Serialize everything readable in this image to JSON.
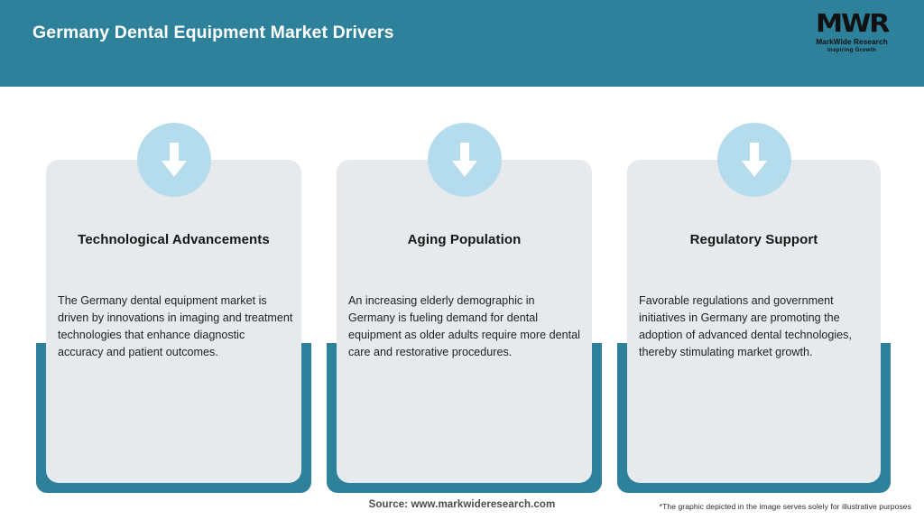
{
  "header": {
    "title": "Germany Dental Equipment Market Drivers",
    "background_color": "#2e819b",
    "title_color": "#ffffff",
    "logo": {
      "mark": "MWR",
      "name": "MarkWide Research",
      "tagline": "Inspiring Growth"
    }
  },
  "theme": {
    "accent_teal": "#2e819b",
    "badge_blue": "#b5dced",
    "card_gray": "#e6eaec",
    "page_background": "#ffffff",
    "arrow_color": "#ffffff"
  },
  "cards": [
    {
      "icon": "down-arrow-icon",
      "title": "Technological Advancements",
      "body": "The Germany dental equipment market is driven by innovations in imaging and treatment technologies that enhance diagnostic accuracy and patient outcomes."
    },
    {
      "icon": "down-arrow-icon",
      "title": "Aging Population",
      "body": "An increasing elderly demographic in Germany is fueling demand for dental equipment as older adults require more dental care and restorative procedures."
    },
    {
      "icon": "down-arrow-icon",
      "title": "Regulatory Support",
      "body": "Favorable regulations and government initiatives in Germany are promoting the adoption of advanced dental technologies, thereby stimulating market growth."
    }
  ],
  "footer": {
    "source": "Source: www.markwideresearch.com",
    "disclaimer": "*The graphic depicted in the image serves solely for illustrative purposes"
  }
}
